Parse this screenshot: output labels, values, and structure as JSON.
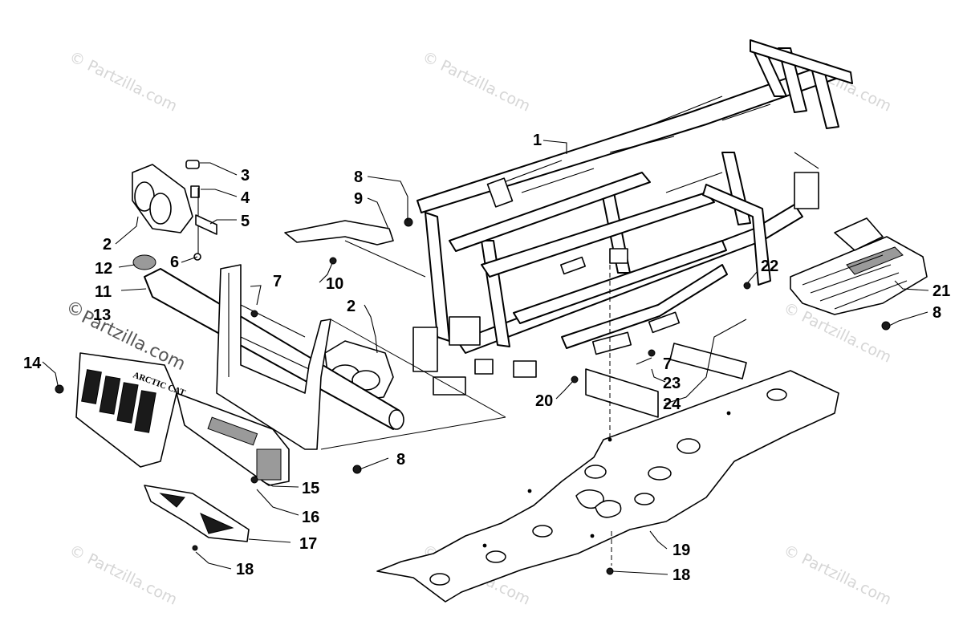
{
  "watermarks": {
    "small": "© Partzilla.com",
    "large_symbol": "©",
    "large_text": "Partzilla.com"
  },
  "logo_text": "ARCTIC CAT",
  "callouts": {
    "c1": "1",
    "c2a": "2",
    "c2b": "2",
    "c3": "3",
    "c4": "4",
    "c5": "5",
    "c6": "6",
    "c7a": "7",
    "c7b": "7",
    "c8a": "8",
    "c8b": "8",
    "c8c": "8",
    "c9": "9",
    "c10": "10",
    "c11": "11",
    "c12": "12",
    "c13": "13",
    "c14": "14",
    "c15": "15",
    "c16": "16",
    "c17": "17",
    "c18a": "18",
    "c18b": "18",
    "c19": "19",
    "c20": "20",
    "c21": "21",
    "c22": "22",
    "c23": "23",
    "c24": "24"
  }
}
